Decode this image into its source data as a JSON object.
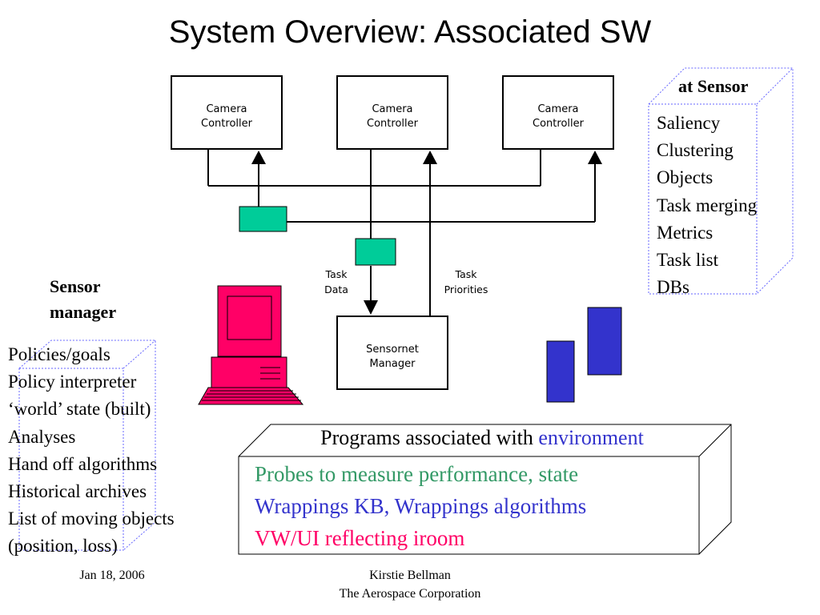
{
  "title": "System Overview: Associated SW",
  "controllers": [
    {
      "label_line1": "Camera",
      "label_line2": "Controller"
    },
    {
      "label_line1": "Camera",
      "label_line2": "Controller"
    },
    {
      "label_line1": "Camera",
      "label_line2": "Controller"
    }
  ],
  "sensornet": {
    "label_line1": "Sensornet",
    "label_line2": "Manager"
  },
  "task_data": {
    "line1": "Task",
    "line2": "Data"
  },
  "task_priorities": {
    "line1": "Task",
    "line2": "Priorities"
  },
  "at_sensor": {
    "heading": "at Sensor",
    "items": [
      "Saliency",
      "Clustering",
      "Objects",
      "Task merging",
      "Metrics",
      "Task list",
      "DBs"
    ]
  },
  "sensor_manager": {
    "heading_line1": "Sensor",
    "heading_line2": "manager",
    "items": [
      "Policies/goals",
      "Policy interpreter",
      "‘world’ state (built)",
      "Analyses",
      "Hand off algorithms",
      "Historical archives",
      "List of moving objects",
      "(position, loss)"
    ]
  },
  "programs": {
    "heading_prefix": "Programs associated with ",
    "heading_highlight": "environment",
    "items": [
      {
        "text": "Probes to measure performance, state"
      },
      {
        "text": "Wrappings KB, Wrappings algorithms"
      },
      {
        "text": "VW/UI reflecting iroom"
      }
    ]
  },
  "footer": {
    "date": "Jan 18, 2006",
    "author": "Kirstie Bellman",
    "organization": "The Aerospace Corporation"
  },
  "colors": {
    "green_box": "#00cc99",
    "computer": "#ff0066",
    "blue_block": "#3333cc",
    "probes_text": "#339966",
    "wrappings_text": "#3333cc",
    "vwui_text": "#ff0066",
    "environment_text": "#3333cc",
    "dotted_outline": "#6666ff"
  }
}
